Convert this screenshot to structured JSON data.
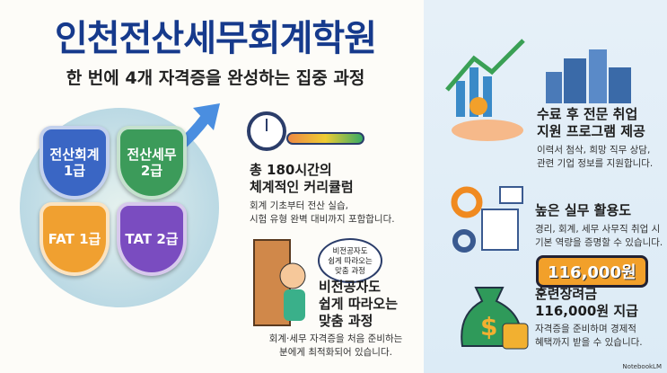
{
  "title": "인천전산세무회계학원",
  "subtitle": "한 번에 4개 자격증을 완성하는 집중 과정",
  "shields": [
    {
      "label": "전산회계 1급",
      "color": "#3a66c4"
    },
    {
      "label": "전산세무 2급",
      "color": "#3c9b5a"
    },
    {
      "label": "FAT 1급",
      "color": "#f0a030"
    },
    {
      "label": "TAT 2급",
      "color": "#7a4cc0"
    }
  ],
  "curriculum": {
    "heading_1": "총 180시간의",
    "heading_2": "체계적인 커리큘럼",
    "desc_1": "회계 기초부터 전산 실습,",
    "desc_2": "시험 유형 완벽 대비까지 포함합니다."
  },
  "beginner": {
    "bubble_1": "비전공자도",
    "bubble_2": "쉽게 따라오는",
    "bubble_3": "맞춤 과정",
    "heading_1": "비전공자도",
    "heading_2": "쉽게 따라오는",
    "heading_3": "맞춤 과정",
    "desc_1": "회계·세무 자격증을 처음 준비하는",
    "desc_2": "분에게 최적화되어 있습니다."
  },
  "job": {
    "heading_1": "수료 후 전문 취업",
    "heading_2": "지원 프로그램 제공",
    "desc_1": "이력서 첨삭, 희망 직무 상담,",
    "desc_2": "관련 기업 정보를 지원합니다."
  },
  "practical": {
    "heading": "높은 실무 활용도",
    "desc_1": "경리, 회계, 세무 사무직 취업 시",
    "desc_2": "기본 역량을 증명할 수 있습니다."
  },
  "subsidy": {
    "tag": "116,000원",
    "heading_1": "훈련장려금",
    "heading_2": "116,000원 지급",
    "desc_1": "자격증을 준비하며 경제적",
    "desc_2": "혜택까지 받을 수 있습니다."
  },
  "watermark": "NotebookLM"
}
